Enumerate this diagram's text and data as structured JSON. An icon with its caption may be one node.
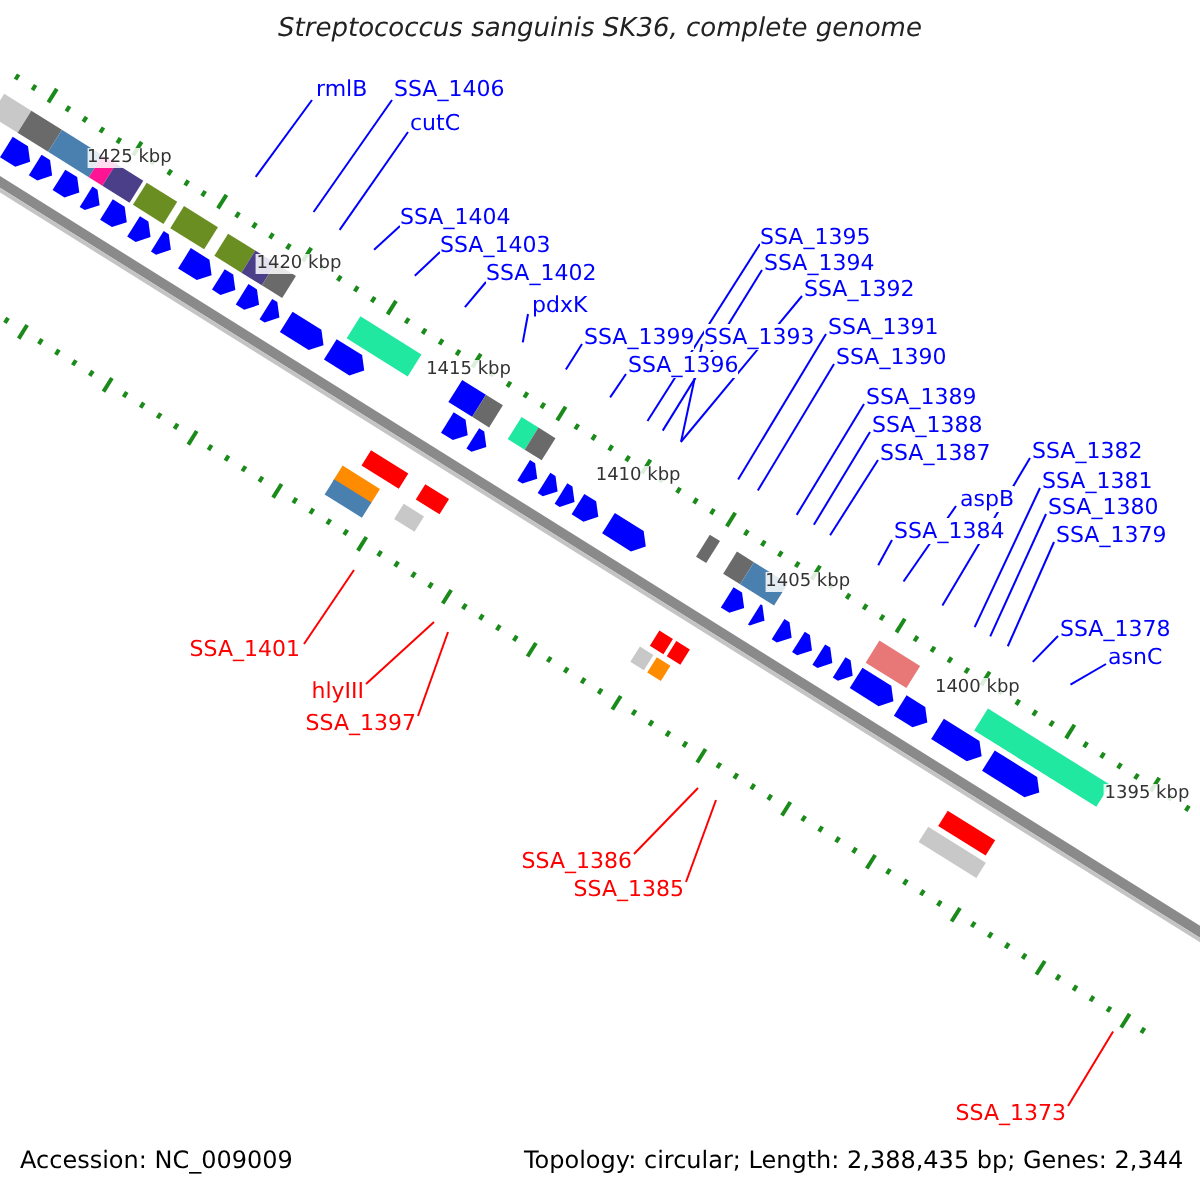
{
  "diagram": {
    "title": "Streptococcus sanguinis SK36, complete genome",
    "nodes": [
      {
        "text": [
          "rmlB"
        ]
      },
      {
        "text": [
          "SSA_1406"
        ]
      },
      {
        "text": [
          "cutC"
        ]
      },
      {
        "text": [
          "SSA_1404"
        ]
      },
      {
        "text": [
          "SSA_1403"
        ]
      },
      {
        "text": [
          "SSA_1402"
        ]
      },
      {
        "text": [
          "pdxK"
        ]
      },
      {
        "text": [
          "SSA_1399"
        ]
      },
      {
        "text": [
          "SSA_1396"
        ]
      },
      {
        "text": [
          "SSA_1395"
        ]
      },
      {
        "text": [
          "SSA_1394"
        ]
      },
      {
        "text": [
          "SSA_1392"
        ]
      },
      {
        "text": [
          "SSA_1393"
        ]
      },
      {
        "text": [
          "SSA_1391"
        ]
      },
      {
        "text": [
          "SSA_1390"
        ]
      },
      {
        "text": [
          "SSA_1389"
        ]
      },
      {
        "text": [
          "SSA_1388"
        ]
      },
      {
        "text": [
          "SSA_1387"
        ]
      },
      {
        "text": [
          "aspB"
        ]
      },
      {
        "text": [
          "SSA_1384"
        ]
      },
      {
        "text": [
          "SSA_1382"
        ]
      },
      {
        "text": [
          "SSA_1381"
        ]
      },
      {
        "text": [
          "SSA_1380"
        ]
      },
      {
        "text": [
          "SSA_1379"
        ]
      },
      {
        "text": [
          "SSA_1378"
        ]
      },
      {
        "text": [
          "asnC"
        ]
      },
      {
        "text": [
          "SSA_1401"
        ]
      },
      {
        "text": [
          "hlyIII"
        ]
      },
      {
        "text": [
          "SSA_1397"
        ]
      },
      {
        "text": [
          "SSA_1386"
        ]
      },
      {
        "text": [
          "SSA_1385"
        ]
      },
      {
        "text": [
          "SSA_1373"
        ]
      }
    ],
    "edges": [
      {
        "from": 0,
        "to": null,
        "arrow": "none"
      },
      {
        "from": 1,
        "to": null,
        "arrow": "none"
      },
      {
        "from": 2,
        "to": null,
        "arrow": "none"
      },
      {
        "from": 3,
        "to": null,
        "arrow": "none"
      },
      {
        "from": 4,
        "to": null,
        "arrow": "none"
      },
      {
        "from": 5,
        "to": null,
        "arrow": "none"
      },
      {
        "from": 6,
        "to": null,
        "arrow": "none"
      },
      {
        "from": 7,
        "to": null,
        "arrow": "none"
      },
      {
        "from": 8,
        "to": null,
        "arrow": "none"
      },
      {
        "from": 9,
        "to": null,
        "arrow": "none"
      },
      {
        "from": 10,
        "to": null,
        "arrow": "none"
      },
      {
        "from": 11,
        "to": null,
        "arrow": "none"
      },
      {
        "from": 12,
        "to": null,
        "arrow": "none"
      },
      {
        "from": 13,
        "to": null,
        "arrow": "none"
      },
      {
        "from": 14,
        "to": null,
        "arrow": "none"
      },
      {
        "from": 15,
        "to": null,
        "arrow": "none"
      },
      {
        "from": 16,
        "to": null,
        "arrow": "none"
      },
      {
        "from": 17,
        "to": null,
        "arrow": "none"
      },
      {
        "from": 18,
        "to": null,
        "arrow": "none"
      },
      {
        "from": 19,
        "to": null,
        "arrow": "none"
      },
      {
        "from": 20,
        "to": null,
        "arrow": "none"
      },
      {
        "from": 21,
        "to": null,
        "arrow": "none"
      },
      {
        "from": 22,
        "to": null,
        "arrow": "none"
      },
      {
        "from": 23,
        "to": null,
        "arrow": "none"
      },
      {
        "from": 24,
        "to": null,
        "arrow": "none"
      },
      {
        "from": 25,
        "to": null,
        "arrow": "none"
      },
      {
        "from": 26,
        "to": null,
        "arrow": "none",
        "color": "#ff0000"
      },
      {
        "from": 27,
        "to": null,
        "arrow": "none",
        "color": "#ff0000"
      },
      {
        "from": 28,
        "to": null,
        "arrow": "none",
        "color": "#ff0000"
      },
      {
        "from": 29,
        "to": null,
        "arrow": "none",
        "color": "#ff0000"
      },
      {
        "from": 30,
        "to": null,
        "arrow": "none",
        "color": "#ff0000"
      },
      {
        "from": 31,
        "to": null,
        "arrow": "none",
        "color": "#ff0000"
      }
    ],
    "labels": [
      "1425 kbp",
      "1420 kbp",
      "1415 kbp",
      "1410 kbp",
      "1405 kbp",
      "1400 kbp",
      "1395 kbp",
      "Accession: NC_009009",
      "Topology: circular; Length: 2,388,435 bp; Genes: 2,344"
    ]
  }
}
